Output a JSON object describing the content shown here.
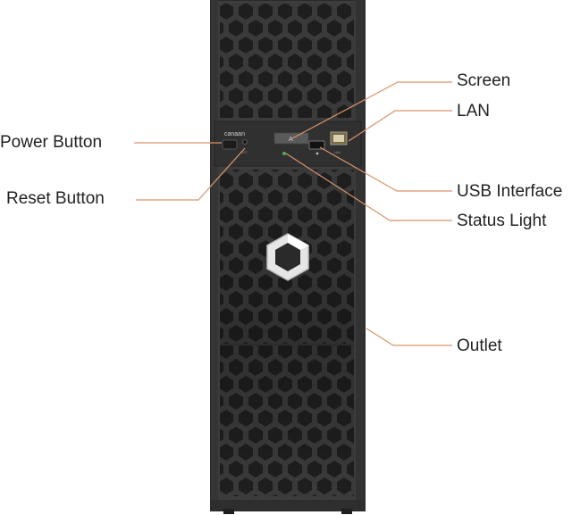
{
  "diagram": {
    "device": {
      "brand": "canaan",
      "screen_glyph": "A",
      "port_caption": "LAN",
      "reset_caption": "RST"
    },
    "callouts": [
      {
        "id": "power",
        "text": "Power Button"
      },
      {
        "id": "reset",
        "text": "Reset Button"
      },
      {
        "id": "screen",
        "text": "Screen"
      },
      {
        "id": "lan",
        "text": "LAN"
      },
      {
        "id": "usb",
        "text": "USB Interface"
      },
      {
        "id": "status",
        "text": "Status Light"
      },
      {
        "id": "outlet",
        "text": "Outlet"
      }
    ],
    "colors": {
      "leader": "#d9956a",
      "chassis": "#3c3c3c",
      "chassis_edge": "#2a2a2a",
      "grille": "#262626",
      "panel": "#303030",
      "status_light": "#4caf50",
      "label_text": "#222222"
    }
  }
}
